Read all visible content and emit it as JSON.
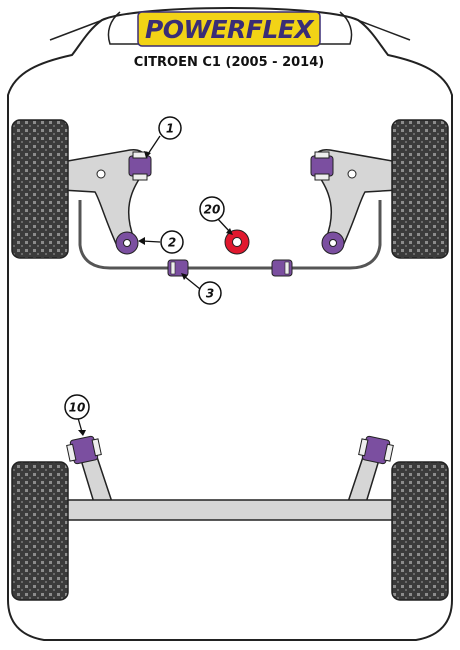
{
  "brand": {
    "logo_text": "POWERFLEX",
    "model": "CITROEN C1 (2005 - 2014)",
    "logo_color": "#f2d316",
    "logo_text_color": "#3a2d76"
  },
  "colors": {
    "bushing_purple": "#7b4fa0",
    "bushing_red": "#e0182e",
    "arm_grey": "#d3d3d3",
    "tire_dark": "#3b3b3b"
  },
  "callouts": [
    "1",
    "2",
    "3",
    "20",
    "10"
  ]
}
